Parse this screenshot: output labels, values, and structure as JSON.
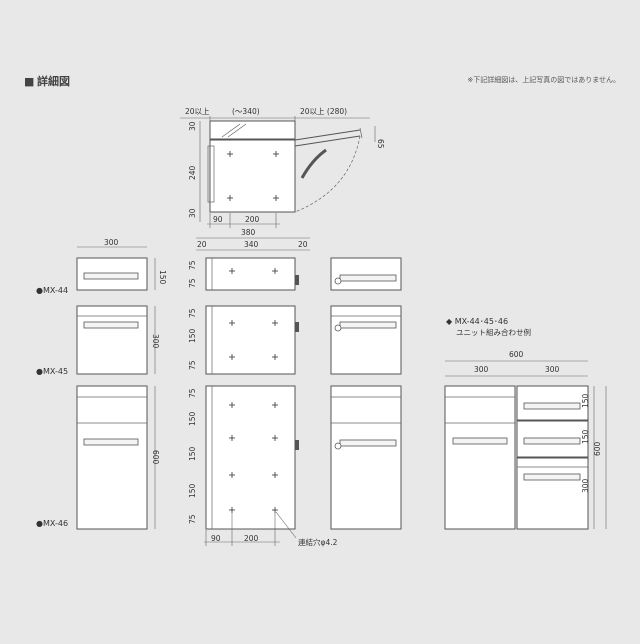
{
  "header": {
    "title_mark": "■",
    "title": "詳細図",
    "note": "※下記詳細図は、上記写真の図ではありません。"
  },
  "top_view": {
    "dims": [
      "20以上",
      "(〜340)",
      "20以上 (280)",
      "30",
      "240",
      "30",
      "65",
      "90",
      "200"
    ]
  },
  "models": [
    "●MX-44",
    "●MX-45",
    "●MX-46"
  ],
  "front_dims": {
    "width": "300",
    "h44": "150",
    "h45": "300",
    "h46": "600"
  },
  "side_dims": {
    "top_total": "380",
    "top_parts": [
      "20",
      "340",
      "20"
    ],
    "v44": [
      "75",
      "75"
    ],
    "v45": [
      "75",
      "150",
      "75"
    ],
    "v46": [
      "75",
      "150",
      "150",
      "150",
      "75"
    ],
    "bottom": [
      "90",
      "200"
    ],
    "hole_label": "連結穴φ4.2"
  },
  "combo": {
    "title": "◆ MX-44･45･46",
    "subtitle": "ユニット組み合わせ例",
    "width_total": "600",
    "width_parts": [
      "300",
      "300"
    ],
    "right_parts": [
      "150",
      "150",
      "300"
    ],
    "height_total": "600"
  }
}
